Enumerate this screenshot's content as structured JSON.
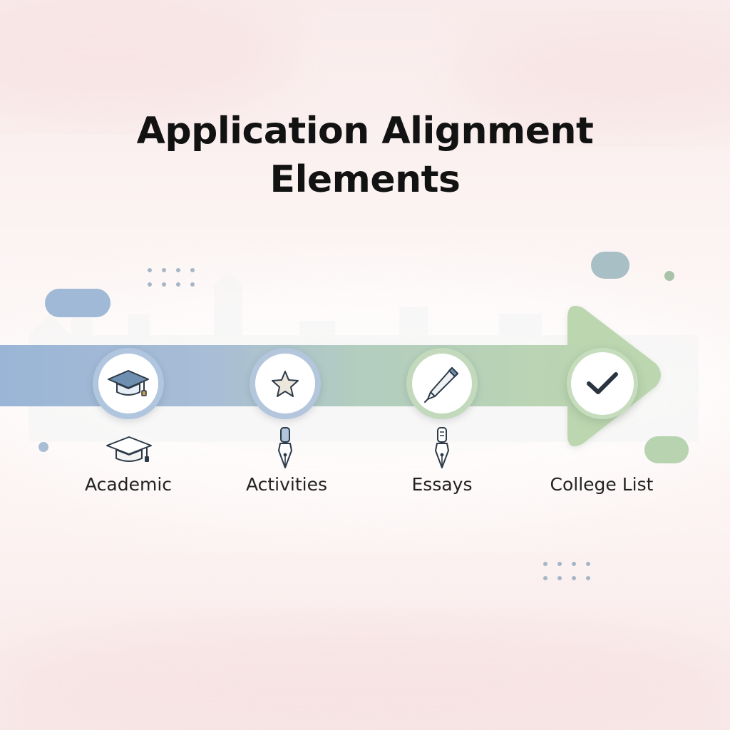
{
  "title": {
    "line1": "Application Alignment",
    "line2": "Elements"
  },
  "steps": [
    {
      "label": "Academic",
      "node_icon": "graduation-cap-icon",
      "sub_icon": "graduation-cap-outline-icon"
    },
    {
      "label": "Activities",
      "node_icon": "star-icon",
      "sub_icon": "fountain-pen-icon"
    },
    {
      "label": "Essays",
      "node_icon": "pen-icon",
      "sub_icon": "fountain-pen-icon"
    },
    {
      "label": "College List",
      "node_icon": "checkmark-icon",
      "sub_icon": null
    }
  ],
  "colors": {
    "arrow_start": "#9db7d6",
    "arrow_end": "#b7d2ac",
    "arrow_head": "#bcd6b0",
    "node_ring_blue": "#aec3dc",
    "node_ring_green": "#bfd8b6",
    "title_text": "#121212"
  }
}
